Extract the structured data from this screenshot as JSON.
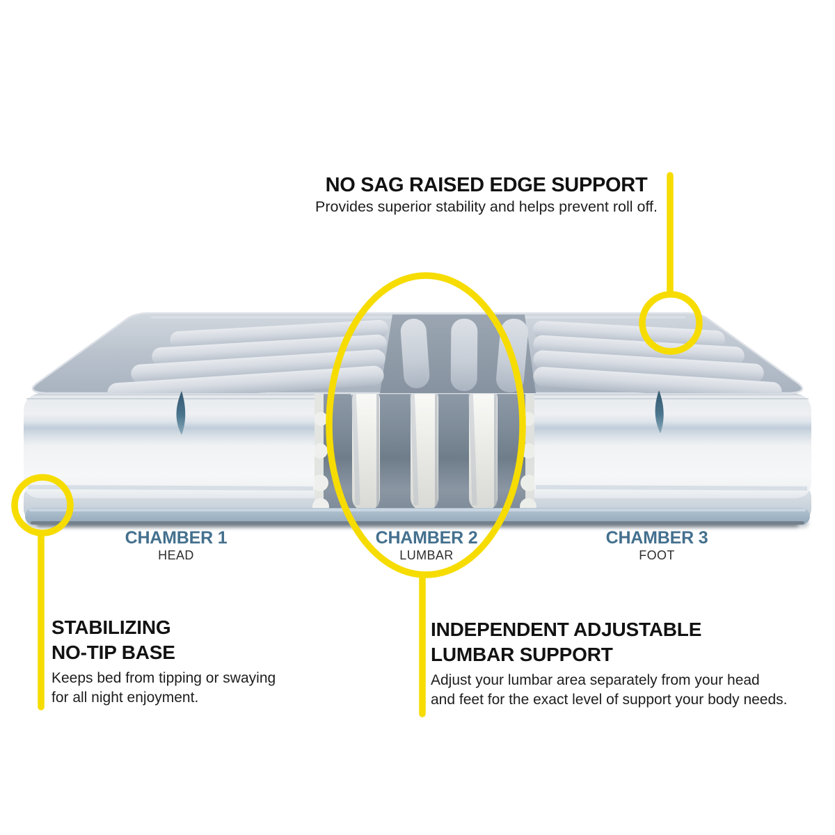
{
  "callouts": {
    "edge_support": {
      "title": "NO SAG RAISED EDGE SUPPORT",
      "description": "Provides superior stability and helps prevent roll off."
    },
    "stabilizing_base": {
      "title_line1": "STABILIZING",
      "title_line2": "NO-TIP BASE",
      "description_line1": "Keeps bed from tipping or swaying",
      "description_line2": "for all night enjoyment."
    },
    "lumbar_support": {
      "title_line1": "INDEPENDENT ADJUSTABLE",
      "title_line2": "LUMBAR SUPPORT",
      "description_line1": "Adjust your lumbar area separately from your head",
      "description_line2": "and feet for the exact level of support your body needs."
    }
  },
  "chambers": [
    {
      "label": "CHAMBER 1",
      "sublabel": "HEAD"
    },
    {
      "label": "CHAMBER 2",
      "sublabel": "LUMBAR"
    },
    {
      "label": "CHAMBER 3",
      "sublabel": "FOOT"
    }
  ],
  "colors": {
    "callout_yellow": "#F6DC00",
    "chamber_label_blue": "#44708E",
    "title_text": "#141414",
    "body_text": "#1D1D1D"
  }
}
